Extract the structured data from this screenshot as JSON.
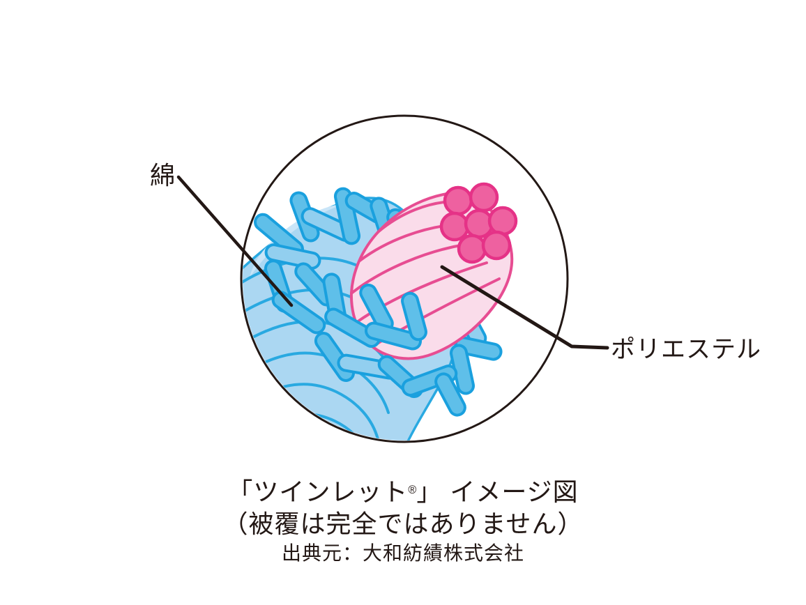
{
  "figure": {
    "labels": {
      "cotton": "綿",
      "polyester": "ポリエステル"
    },
    "caption": {
      "line1_pre": "「ツインレット",
      "line1_sup": "®",
      "line1_post": "」 イメージ図",
      "line2": "（被覆は完全ではありません）",
      "line3": "出典元：大和紡績株式会社"
    }
  },
  "colors": {
    "ink": "#231815",
    "cotton_fill": "#ABD7F2",
    "cotton_fill_light": "#C9E5F8",
    "cotton_stroke": "#29A9E1",
    "capsule_fill": "#5FBFE9",
    "capsule_fill_light": "#92CFEF",
    "capsule_stroke": "#1AA0DE",
    "polyester_fill": "#FADCEA",
    "polyester_stroke": "#E74D92",
    "polyester_circle_fill": "#EE61A0",
    "polyester_circle_stroke": "#E53287"
  }
}
